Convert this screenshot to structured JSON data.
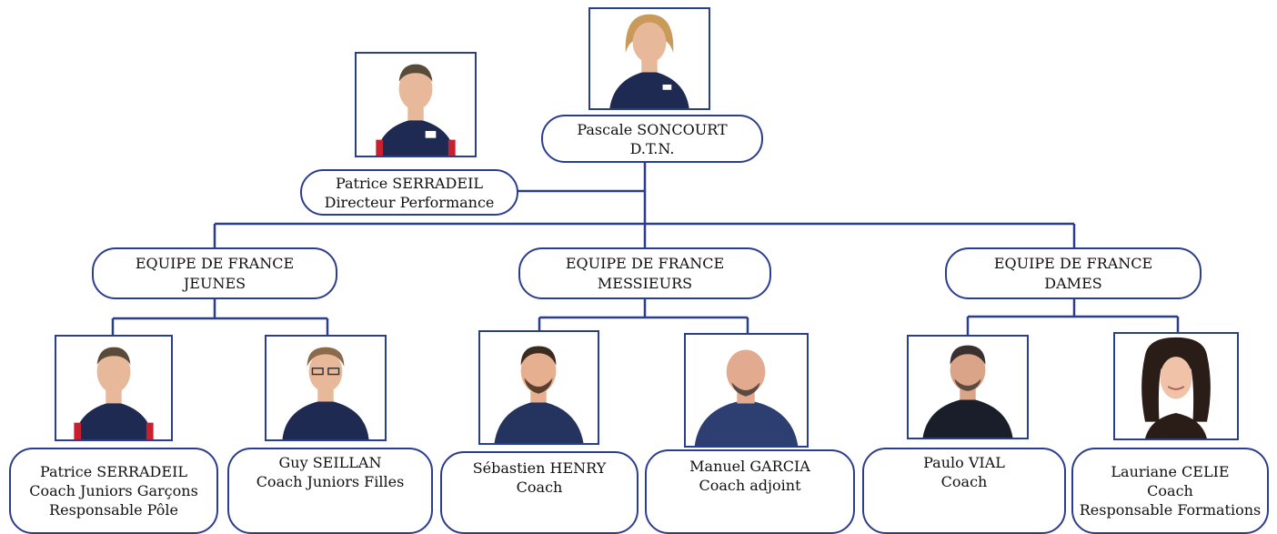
{
  "colors": {
    "line": "#2b3d8f",
    "shirt": "#1f2a52",
    "skin": "#e8b89a",
    "stripe_red": "#c8202f"
  },
  "dtn": {
    "name": "Pascale SONCOURT",
    "role": "D.T.N."
  },
  "director": {
    "name": "Patrice SERRADEIL",
    "role": "Directeur Performance"
  },
  "teams": [
    {
      "line1": "EQUIPE DE FRANCE",
      "line2": "JEUNES"
    },
    {
      "line1": "EQUIPE DE FRANCE",
      "line2": "MESSIEURS"
    },
    {
      "line1": "EQUIPE DE FRANCE",
      "line2": "DAMES"
    }
  ],
  "staff": [
    {
      "name": "Patrice SERRADEIL",
      "line2": "Coach Juniors Garçons",
      "line3": "Responsable Pôle"
    },
    {
      "name": "Guy SEILLAN",
      "line2": "Coach Juniors Filles",
      "line3": ""
    },
    {
      "name": "Sébastien HENRY",
      "line2": "Coach",
      "line3": ""
    },
    {
      "name": "Manuel GARCIA",
      "line2": "Coach adjoint",
      "line3": ""
    },
    {
      "name": "Paulo VIAL",
      "line2": "Coach",
      "line3": ""
    },
    {
      "name": "Lauriane CELIE",
      "line2": "Coach",
      "line3": "Responsable Formations"
    }
  ]
}
